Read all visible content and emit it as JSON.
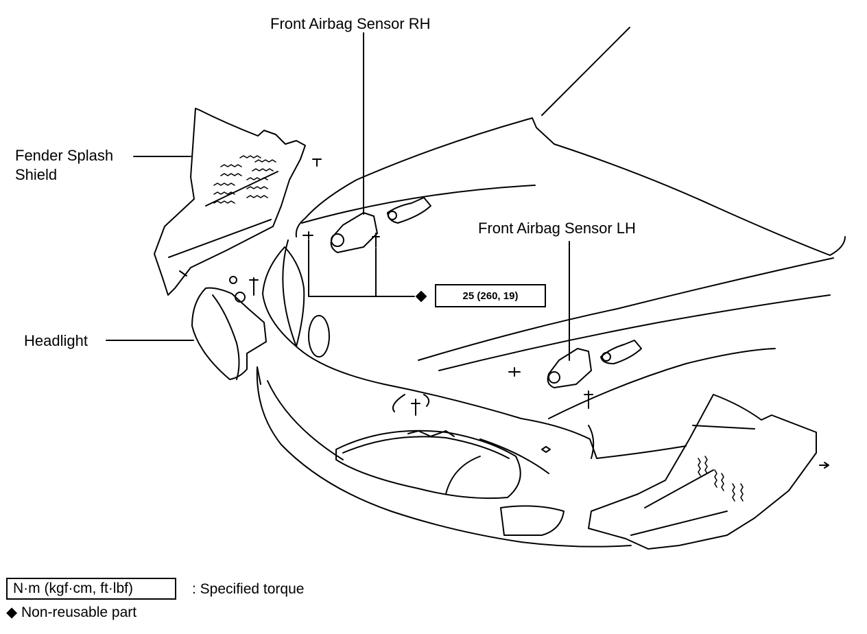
{
  "labels": {
    "sensor_rh": "Front Airbag Sensor RH",
    "sensor_lh": "Front Airbag Sensor LH",
    "fender_line1": "Fender Splash",
    "fender_line2": "Shield",
    "headlight": "Headlight"
  },
  "torque": {
    "value": "25 (260, 19)"
  },
  "legend": {
    "unit_box": "N·m (kgf·cm, ft·lbf)",
    "unit_desc": ":  Specified torque",
    "nonreusable_symbol": "◆",
    "nonreusable_text": "Non-reusable part"
  }
}
